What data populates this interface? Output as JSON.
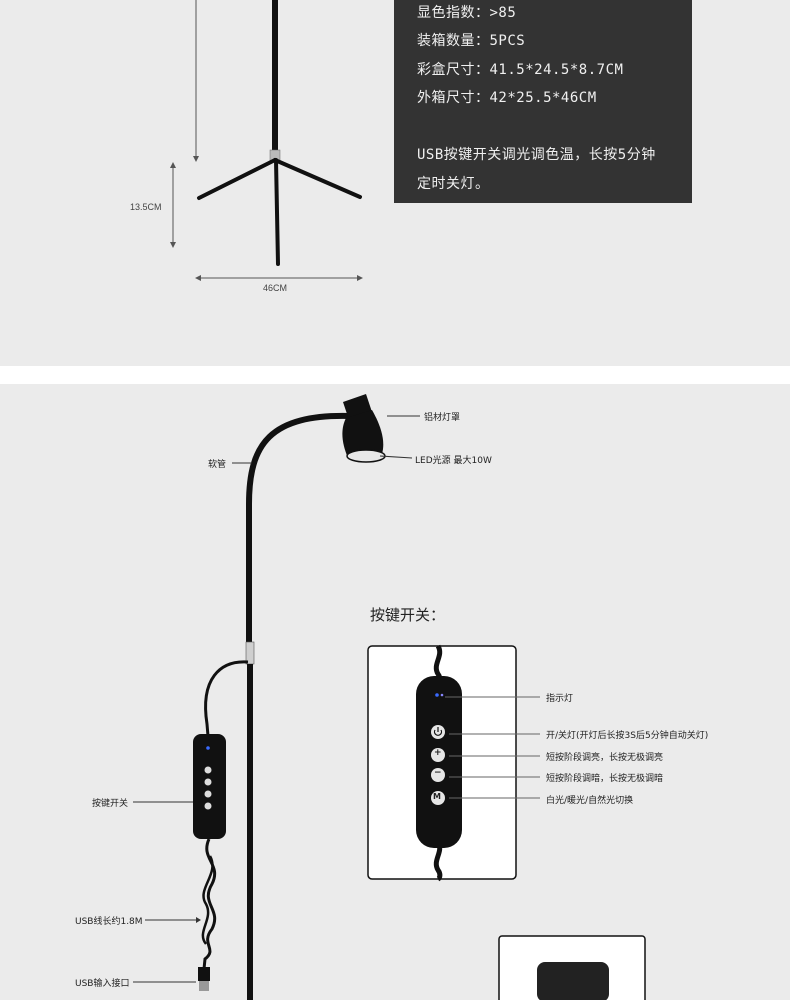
{
  "specs": {
    "lines": [
      "显色指数：>85",
      "装箱数量：5PCS",
      "彩盒尺寸：41.5*24.5*8.7CM",
      "外箱尺寸：42*25.5*46CM"
    ],
    "usb_note_line1": "USB按键开关调光调色温，长按5分钟",
    "usb_note_line2": "定时关灯。"
  },
  "dimensions": {
    "leg_height": "13.5CM",
    "base_width": "46CM"
  },
  "lamp_labels": {
    "shade": "铝材灯罩",
    "led": "LED光源  最大10W",
    "hose": "软管",
    "switch": "按键开关",
    "usb_length": "USB线长约1.8M",
    "usb_port": "USB输入接口"
  },
  "switch_detail": {
    "heading": "按键开关：",
    "indicator": "指示灯",
    "power": "开/关灯(开灯后长按3S后5分钟自动关灯)",
    "plus": "短按阶段调亮，长按无极调亮",
    "minus": "短按阶段调暗，长按无极调暗",
    "mode": "白光/暖光/自然光切换",
    "btn_plus": "+",
    "btn_minus": "−",
    "btn_mode": "M"
  },
  "colors": {
    "background": "#ebebeb",
    "spec_box": "#333333",
    "lamp": "#111111"
  }
}
